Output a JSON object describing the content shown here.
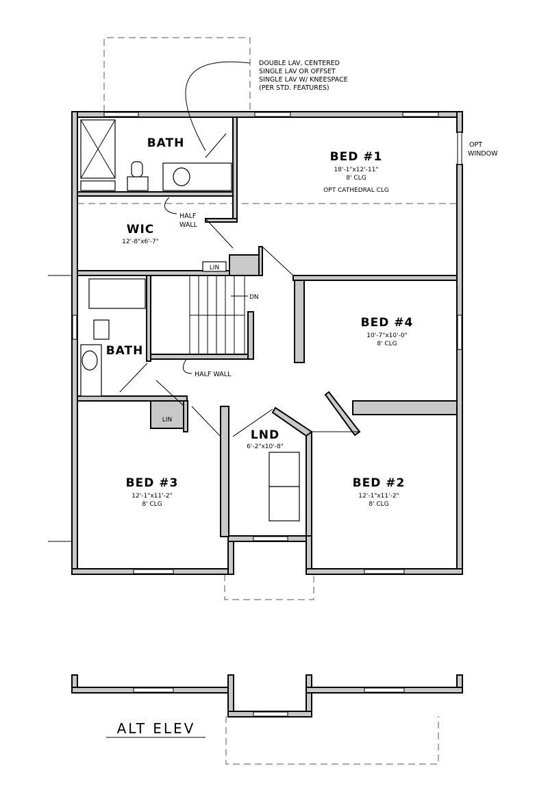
{
  "notes": {
    "lav_note": [
      "DOUBLE LAV, CENTERED",
      "SINGLE LAV OR OFFSET",
      "SINGLE LAV W/ KNEESPACE",
      "(PER STD. FEATURES)"
    ],
    "opt_window": [
      "OPT",
      "WINDOW"
    ],
    "half_wall_upper": [
      "HALF",
      "WALL"
    ],
    "half_wall_lower": "HALF WALL",
    "stair_dn": "DN",
    "alt_elev": "ALT ELEV"
  },
  "rooms": {
    "bed1": {
      "name": "BED #1",
      "size": "18'-1\"x12'-11\"",
      "ceiling": "8' CLG",
      "option": "OPT CATHEDRAL CLG"
    },
    "bath_master": {
      "name": "BATH"
    },
    "wic": {
      "name": "WIC",
      "size": "12'-8\"x6'-7\""
    },
    "lin_upper": {
      "name": "LIN"
    },
    "bed4": {
      "name": "BED #4",
      "size": "10'-7\"x10'-0\"",
      "ceiling": "8' CLG"
    },
    "bath_hall": {
      "name": "BATH"
    },
    "lin_lower": {
      "name": "LIN"
    },
    "lnd": {
      "name": "LND",
      "size": "6'-2\"x10'-8\""
    },
    "bed3": {
      "name": "BED #3",
      "size": "12'-1\"x11'-2\"",
      "ceiling": "8' CLG"
    },
    "bed2": {
      "name": "BED #2",
      "size": "12'-1\"x11'-2\"",
      "ceiling": "8' CLG"
    }
  }
}
